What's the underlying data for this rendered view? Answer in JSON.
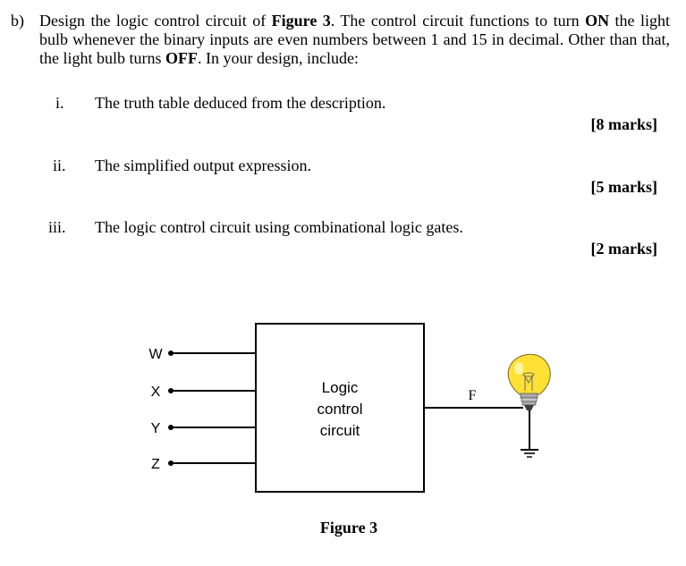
{
  "question": {
    "label": "b)",
    "segments": [
      {
        "text": "Design the logic control circuit of ",
        "bold": false
      },
      {
        "text": "Figure 3",
        "bold": true
      },
      {
        "text": ". The control circuit functions to turn ",
        "bold": false
      },
      {
        "text": "ON",
        "bold": true
      },
      {
        "text": " the light bulb whenever the binary inputs are even numbers between 1 and 15 in decimal. Other than that, the light bulb turns ",
        "bold": false
      },
      {
        "text": "OFF",
        "bold": true
      },
      {
        "text": ". In your design, include:",
        "bold": false
      }
    ]
  },
  "parts": [
    {
      "num": "i.",
      "text": "The truth table deduced from the description.",
      "marks": "[8 marks]"
    },
    {
      "num": "ii.",
      "text": "The simplified output expression.",
      "marks": "[5 marks]"
    },
    {
      "num": "iii.",
      "text": "The logic control circuit using combinational logic gates.",
      "marks": "[2 marks]"
    }
  ],
  "figure": {
    "inputs": [
      "W",
      "X",
      "Y",
      "Z"
    ],
    "box_lines": [
      "Logic",
      "control",
      "circuit"
    ],
    "output_label": "F",
    "caption": "Figure 3"
  },
  "colors": {
    "bulb_fill": "#FFE135",
    "bulb_stroke": "#8a7a2a",
    "line": "#000000"
  }
}
